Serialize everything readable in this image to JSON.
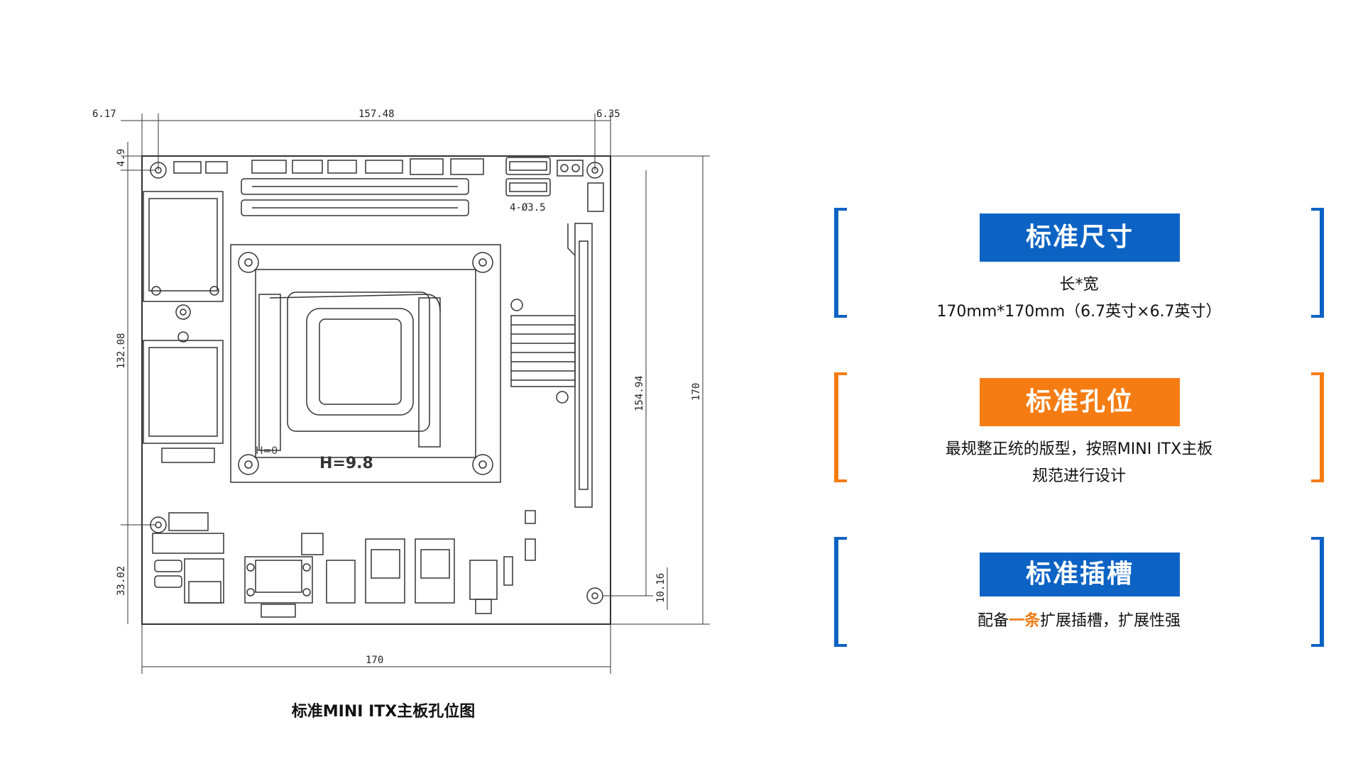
{
  "diagram": {
    "caption": "标准MINI ITX主板孔位图",
    "dimensions": {
      "top_left_offset": "6.17",
      "top_span": "157.48",
      "top_right_offset": "6.35",
      "left_top_offset": "4.9",
      "left_upper_span": "132.08",
      "left_lower_span": "33.02",
      "right_inner_span": "154.94",
      "right_outer_span": "170",
      "right_lower_span": "10.16",
      "bottom_span": "170",
      "hole_note": "4-Ø3.5",
      "cpu_height_note": "H=9.8",
      "socket_height_note": "H=0"
    }
  },
  "colors": {
    "blue": "#0d63c4",
    "orange": "#f57c13",
    "highlight": "#f07a12"
  },
  "cards": [
    {
      "title": "标准尺寸",
      "lines": [
        "长*宽",
        "170mm*170mm（6.7英寸×6.7英寸）"
      ]
    },
    {
      "title": "标准孔位",
      "lines": [
        "最规整正统的版型，按照MINI ITX主板",
        "规范进行设计"
      ]
    },
    {
      "title": "标准插槽",
      "line_before": "配备",
      "line_highlight": "一条",
      "line_after": "扩展插槽，扩展性强"
    }
  ]
}
